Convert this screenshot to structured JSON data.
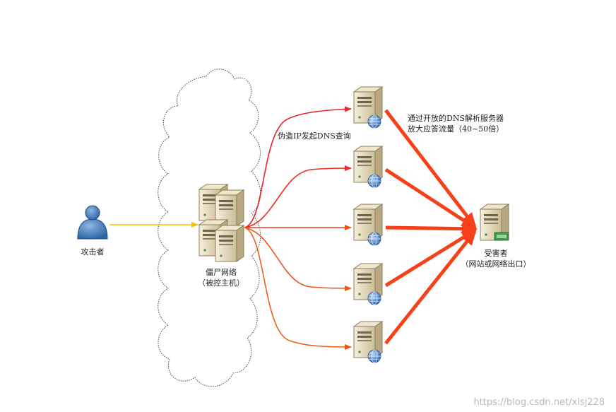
{
  "attacker": {
    "label": "攻击者"
  },
  "botnet": {
    "line1": "僵尸网络",
    "line2": "（被控主机）"
  },
  "spoof_label": "伪造IP发起DNS查询",
  "amplify": {
    "line1": "通过开放的DNS解析服务器",
    "line2": "放大应答流量（40~50倍）"
  },
  "victim": {
    "line1": "受害者",
    "line2": "（网站或网络出口）"
  },
  "watermark": "https://blog.csdn.net/xlsj228",
  "colors": {
    "query_arrows": [
      "#e8202a",
      "#e9301f",
      "#ec4119",
      "#ee5218",
      "#f06014"
    ],
    "reply_arrows": "#f5401a",
    "attacker_arrow": "#f2c400",
    "person": "#3f78b5",
    "server": "#e2d6b6"
  }
}
